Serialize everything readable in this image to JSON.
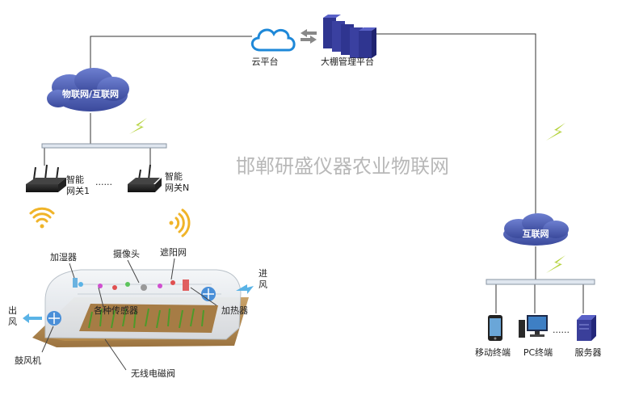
{
  "top": {
    "cloud_platform": "云平台",
    "management_platform": "大棚管理平台"
  },
  "left_network": {
    "cloud_label": "物联网/互联网",
    "gateway_1": [
      "智能",
      "网关1"
    ],
    "gateway_n": [
      "智能",
      "网关N"
    ],
    "ellipsis": "......"
  },
  "watermark": "邯郸研盛仪器农业物联网",
  "greenhouse": {
    "humidifier": "加湿器",
    "camera": "摄像头",
    "shade_net": "遮阳网",
    "sensors": "各种传感器",
    "heater": "加热器",
    "inlet": [
      "进",
      "风"
    ],
    "outlet": [
      "出",
      "风"
    ],
    "blower": "鼓风机",
    "valve": "无线电磁阀"
  },
  "right_network": {
    "cloud_label": "互联网",
    "mobile": "移动终端",
    "pc": "PC终端",
    "server": "服务器",
    "ellipsis": "......"
  },
  "colors": {
    "cloud": "#4a5bb0",
    "server": "#3a3f9a",
    "lightning": "#b4d23a",
    "wifi": "#f0b429",
    "line": "#333333",
    "bus": "#dfe6ef"
  }
}
